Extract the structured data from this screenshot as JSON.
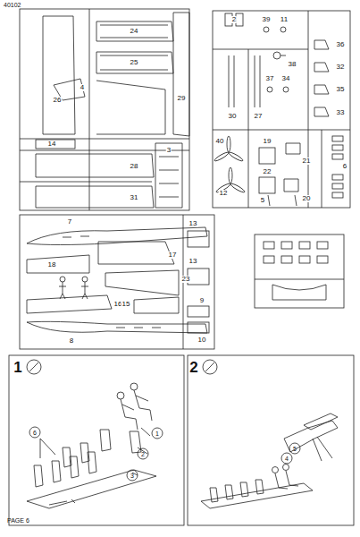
{
  "diagram": {
    "labels": [
      "40102",
      "24",
      "25",
      "4",
      "26",
      "29",
      "14",
      "28",
      "3",
      "31",
      "2",
      "39",
      "11",
      "36",
      "38",
      "32",
      "37",
      "34",
      "35",
      "30",
      "27",
      "33",
      "40",
      "19",
      "21",
      "6",
      "22",
      "12",
      "5",
      "20",
      "7",
      "18",
      "17",
      "13",
      "23",
      "16",
      "15",
      "13",
      "9",
      "10",
      "8",
      "1",
      "6",
      "1",
      "2",
      "3",
      "2",
      "5",
      "4",
      "PAGE 6"
    ]
  }
}
